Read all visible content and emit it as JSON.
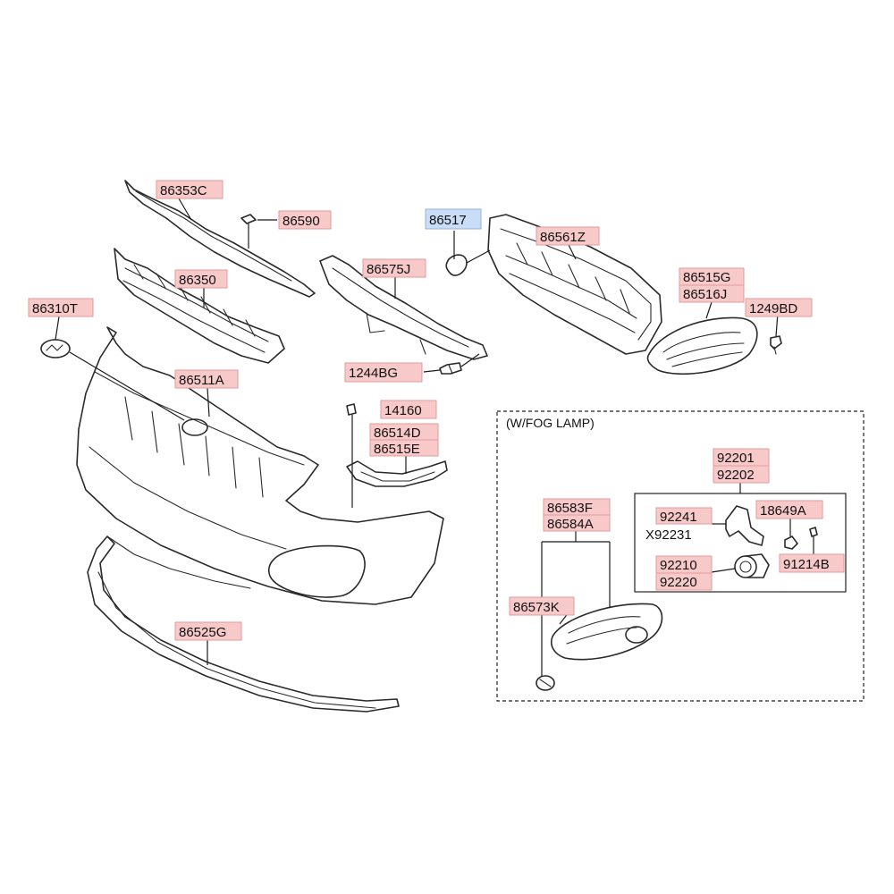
{
  "section": {
    "title": "(W/FOG LAMP)"
  },
  "labels": {
    "p86353C": "86353C",
    "p86590": "86590",
    "p86517": "86517",
    "p86561Z": "86561Z",
    "p86350": "86350",
    "p86575J": "86575J",
    "p86515G": "86515G",
    "p86516J": "86516J",
    "p1249BD": "1249BD",
    "p86310T": "86310T",
    "p1244BG": "1244BG",
    "p86511A": "86511A",
    "p14160": "14160",
    "p86514D": "86514D",
    "p86515E": "86515E",
    "p92201": "92201",
    "p92202": "92202",
    "p86583F": "86583F",
    "p86584A": "86584A",
    "p92241": "92241",
    "pX92231": "X92231",
    "p18649A": "18649A",
    "p92210": "92210",
    "p92220": "92220",
    "p91214B": "91214B",
    "p86573K": "86573K",
    "p86525G": "86525G"
  },
  "highlight_color": "#c9ddf7",
  "label_color": "#f7c9c9"
}
